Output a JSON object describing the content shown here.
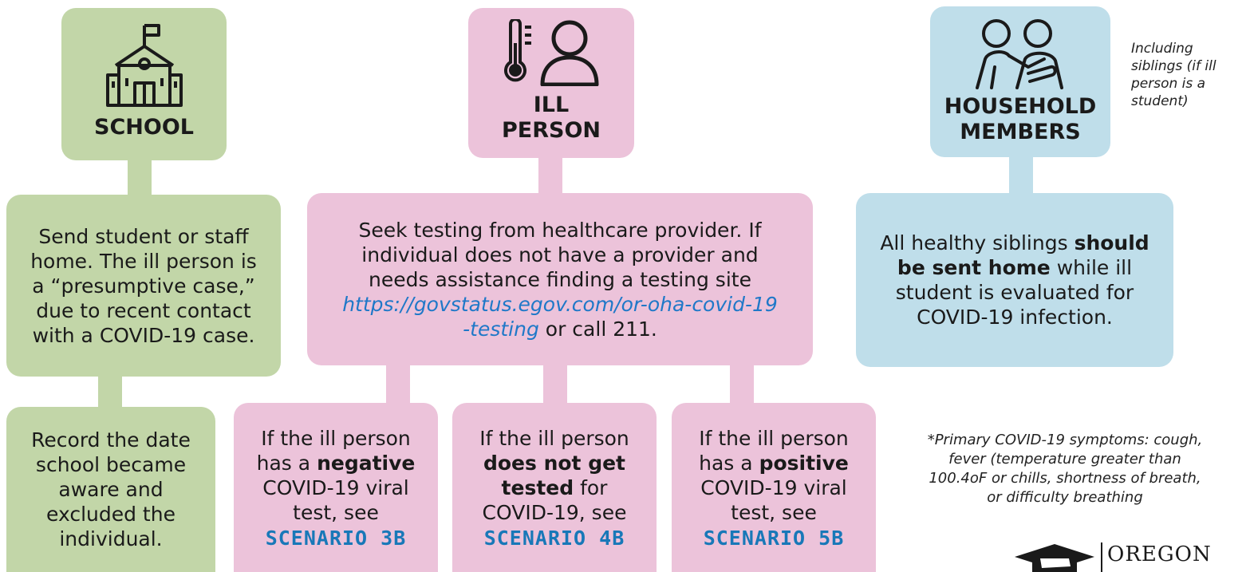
{
  "school": {
    "title": "SCHOOL",
    "step1_text": "Send student or staff home. The ill person is a “presumptive case,” due to recent contact with a COVID-19 case.",
    "step2_text": "Record the date school became aware and excluded the individual."
  },
  "ill_person": {
    "title_line1": "ILL",
    "title_line2": "PERSON",
    "testing_text_before": "Seek testing from healthcare provider. If individual does not have a provider and needs assistance finding a testing site",
    "testing_link": "https://govstatus.egov.com/or-oha-covid-19 -testing",
    "testing_text_after": "or call 211."
  },
  "household": {
    "title_line1": "HOUSEHOLD",
    "title_line2": "MEMBERS",
    "note": "Including siblings (if ill person is a student)",
    "text_before": "All healthy siblings",
    "text_bold": "should be sent home",
    "text_after": "while ill student is evaluated for COVID-19 infection."
  },
  "scenarios": [
    {
      "pre": "If the ill person has a",
      "bold": "negative",
      "post": "COVID-19 viral test, see",
      "label": "SCENARIO 3B"
    },
    {
      "pre": "If the ill person",
      "bold": "does not get tested",
      "post": "for COVID-19, see",
      "label": "SCENARIO 4B"
    },
    {
      "pre": "If the ill person has a",
      "bold": "positive",
      "post": "COVID-19 viral test, see",
      "label": "SCENARIO 5B"
    }
  ],
  "symptoms_note": "*Primary COVID-19 symptoms: cough, fever (temperature greater than 100.4oF or chills, shortness of breath, or difficulty breathing",
  "logo_text": "OREGON",
  "colors": {
    "green": "#c2d6a8",
    "pink": "#ecc3da",
    "blue": "#bfdeea",
    "link": "#1f78c8",
    "scenario": "#1878b8"
  },
  "icons": [
    "school-building-icon",
    "thermometer-icon",
    "person-icon",
    "household-members-icon",
    "oregon-graduation-cap-icon"
  ]
}
